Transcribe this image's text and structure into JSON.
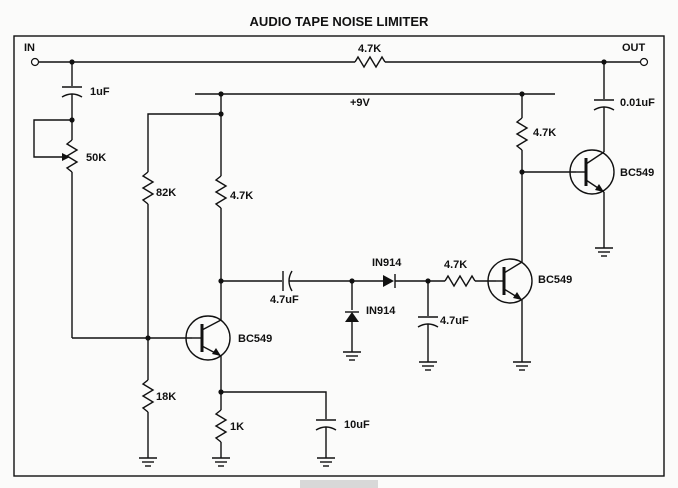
{
  "title": "AUDIO TAPE NOISE LIMITER",
  "labels": {
    "in": "IN",
    "out": "OUT",
    "r_series": "4.7K",
    "supply": "+9V",
    "c_in": "1uF",
    "pot": "50K",
    "r_82k": "82K",
    "r_47k_a": "4.7K",
    "r_47k_b": "4.7K",
    "r_18k": "18K",
    "r_1k": "1K",
    "c_10uf": "10uF",
    "c_coupling": "4.7uF",
    "c_filter": "4.7uF",
    "c_out": "0.01uF",
    "r_base": "4.7K",
    "diode_series": "IN914",
    "diode_shunt": "IN914",
    "q1": "BC549",
    "q2": "BC549",
    "q3": "BC549"
  },
  "colors": {
    "ink": "#111111",
    "paper": "#fbfbfa"
  }
}
